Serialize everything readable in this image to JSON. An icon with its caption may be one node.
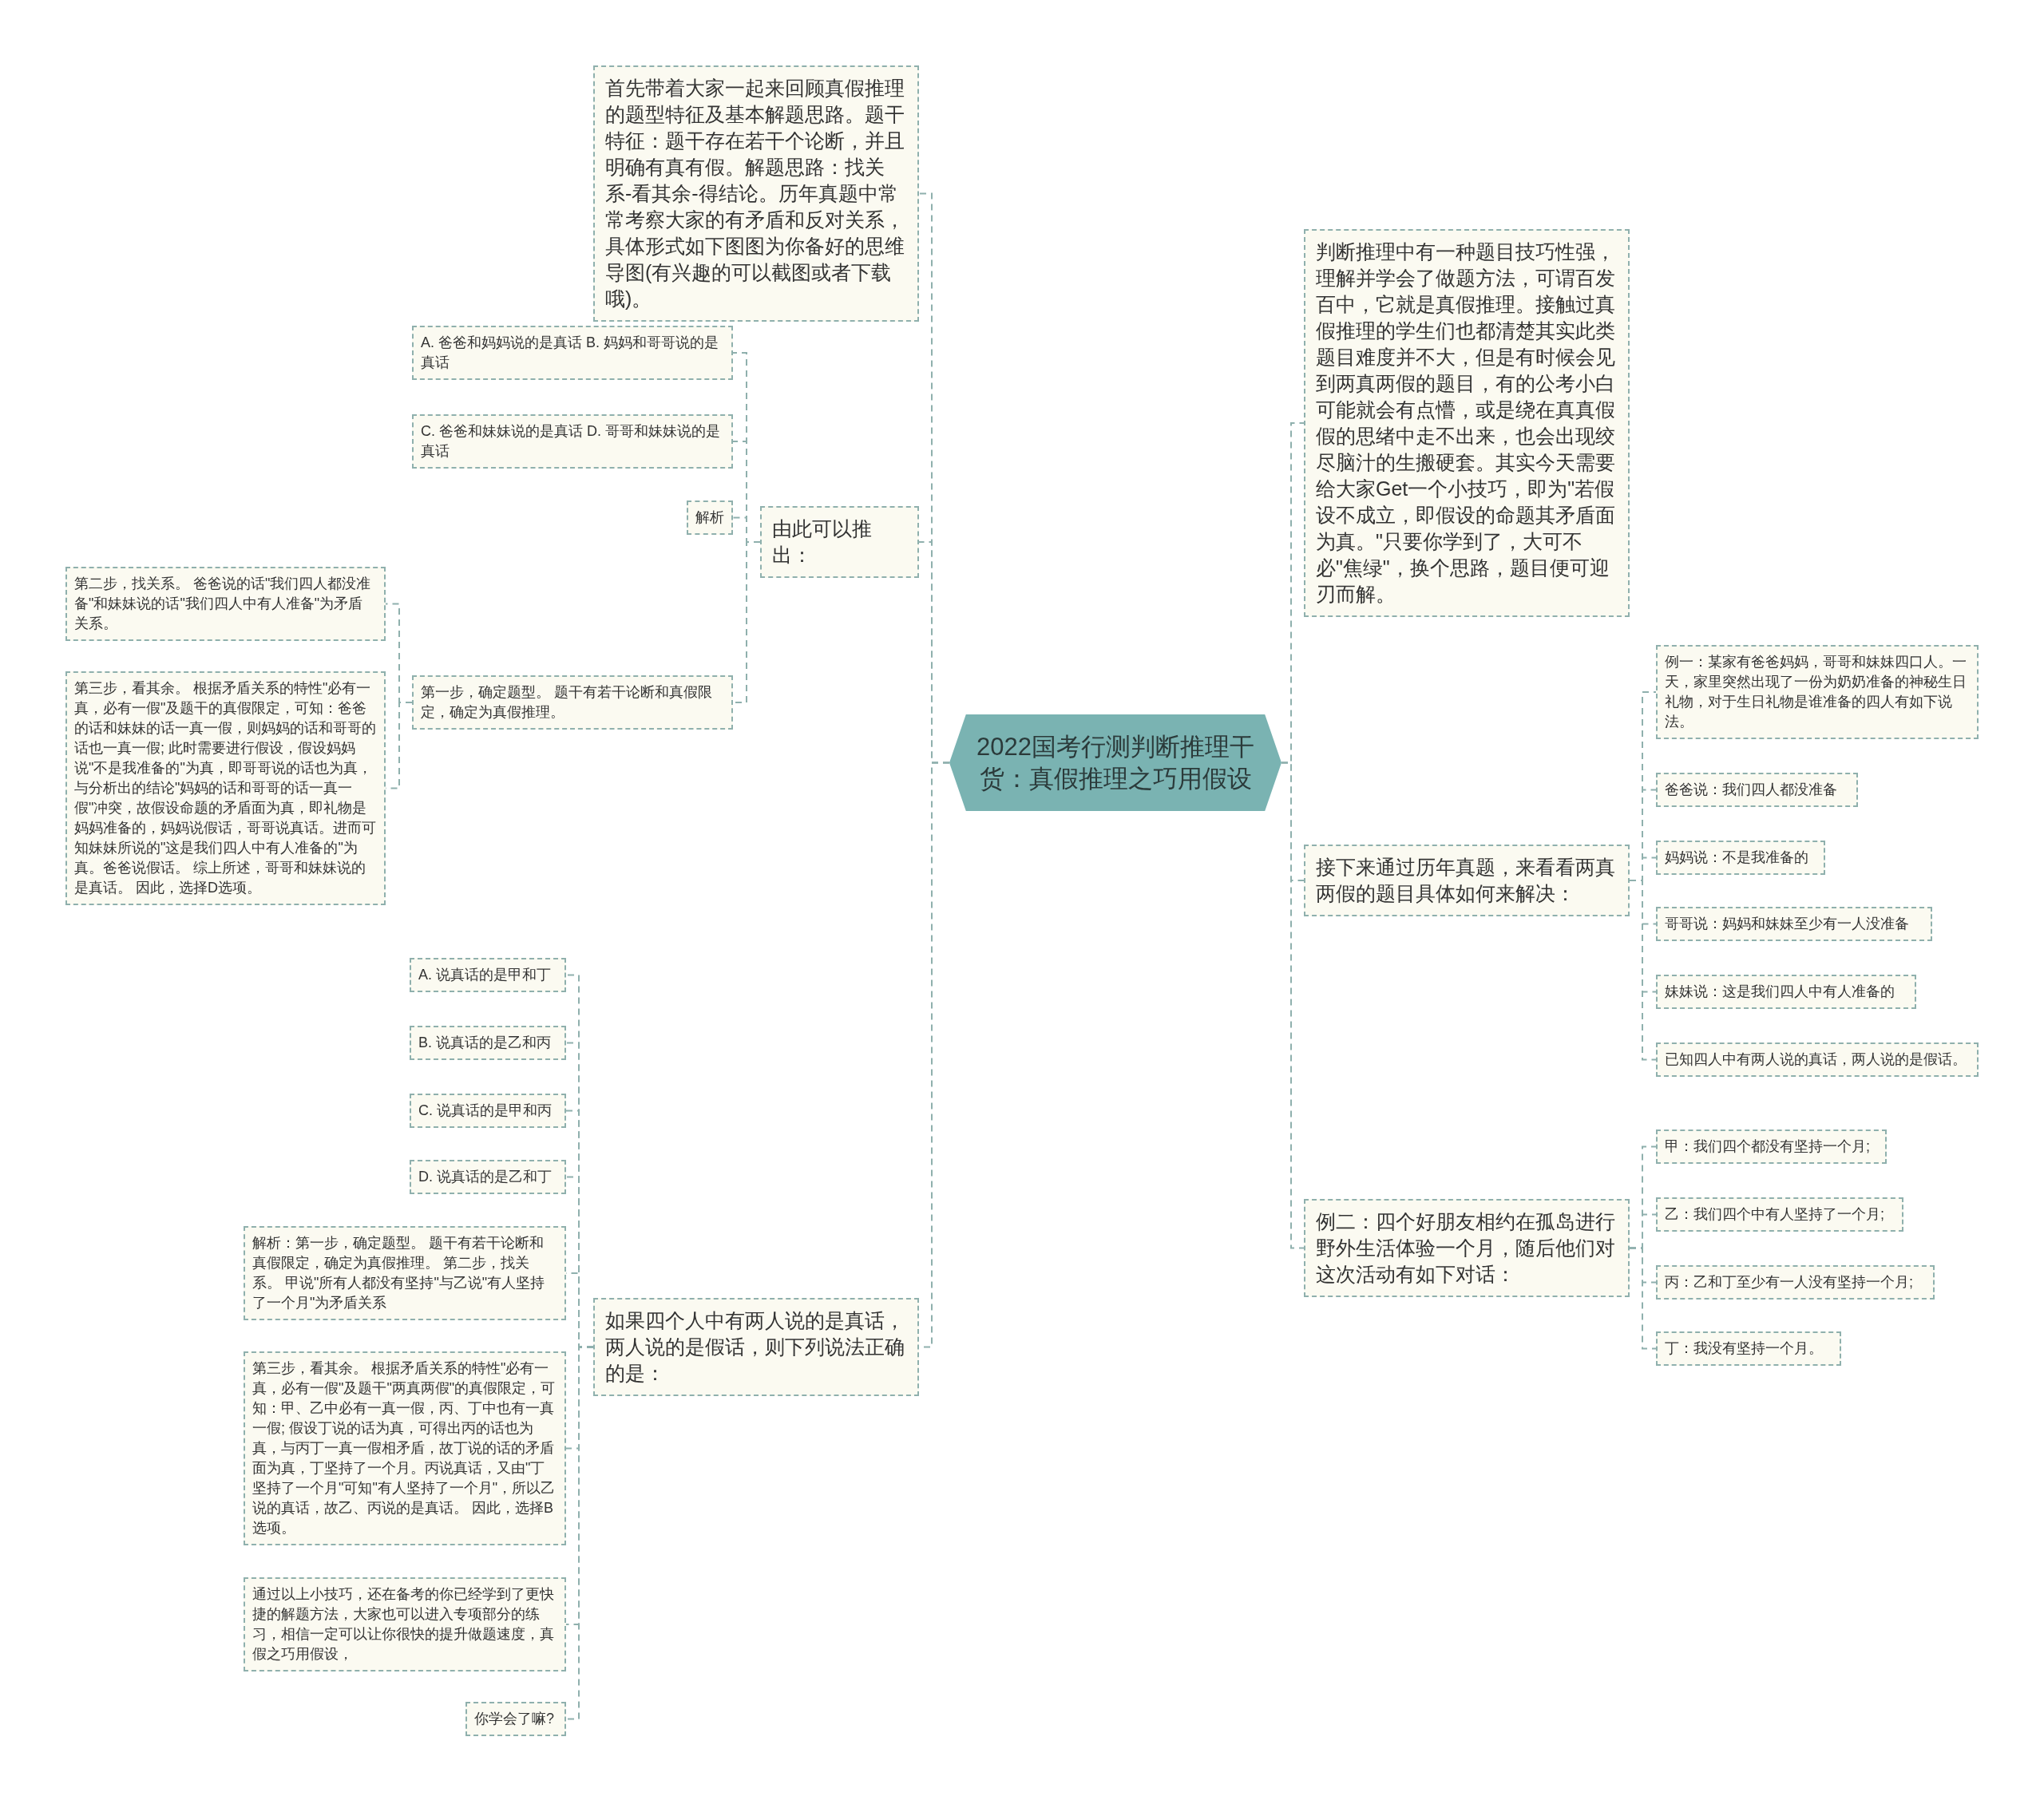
{
  "diagram": {
    "nodes": [
      {
        "text": [
          "2022国考行测判断推理干货：真假推理之巧用假设"
        ]
      },
      {
        "text": [
          "首先带着大家一起来回顾真假推理的题型特征及基本解题思路。题干特征：题干存在若干个论断，并且明确有真有假。解题思路：找关系-看其余-得结论。历年真题中常常考察大家的有矛盾和反对关系，具体形式如下图图为你备好的思维导图(有兴趣的可以截图或者下载哦)。"
        ]
      },
      {
        "text": [
          "由此可以推出："
        ]
      },
      {
        "text": [
          "A. 爸爸和妈妈说的是真话 B. 妈妈和哥哥说的是真话"
        ]
      },
      {
        "text": [
          "C. 爸爸和妹妹说的是真话 D. 哥哥和妹妹说的是真话"
        ]
      },
      {
        "text": [
          "解析"
        ]
      },
      {
        "text": [
          "第一步，确定题型。 题干有若干论断和真假限定，确定为真假推理。"
        ]
      },
      {
        "text": [
          "第二步，找关系。 爸爸说的话\"我们四人都没准备\"和妹妹说的话\"我们四人中有人准备\"为矛盾关系。"
        ]
      },
      {
        "text": [
          "第三步，看其余。 根据矛盾关系的特性\"必有一真，必有一假\"及题干的真假限定，可知：爸爸的话和妹妹的话一真一假，则妈妈的话和哥哥的话也一真一假; 此时需要进行假设，假设妈妈说\"不是我准备的\"为真，即哥哥说的话也为真，与分析出的结论\"妈妈的话和哥哥的话一真一假\"冲突，故假设命题的矛盾面为真，即礼物是妈妈准备的，妈妈说假话，哥哥说真话。进而可知妹妹所说的\"这是我们四人中有人准备的\"为真。爸爸说假话。 综上所述，哥哥和妹妹说的是真话。 因此，选择D选项。"
        ]
      },
      {
        "text": [
          "如果四个人中有两人说的是真话，两人说的是假话，则下列说法正确的是："
        ]
      },
      {
        "text": [
          "A. 说真话的是甲和丁"
        ]
      },
      {
        "text": [
          "B. 说真话的是乙和丙"
        ]
      },
      {
        "text": [
          "C. 说真话的是甲和丙"
        ]
      },
      {
        "text": [
          "D. 说真话的是乙和丁"
        ]
      },
      {
        "text": [
          "解析：第一步，确定题型。 题干有若干论断和真假限定，确定为真假推理。 第二步，找关系。 甲说\"所有人都没有坚持\"与乙说\"有人坚持了一个月\"为矛盾关系"
        ]
      },
      {
        "text": [
          "第三步，看其余。 根据矛盾关系的特性\"必有一真，必有一假\"及题干\"两真两假\"的真假限定，可知：甲、乙中必有一真一假，丙、丁中也有一真一假; 假设丁说的话为真，可得出丙的话也为真，与丙丁一真一假相矛盾，故丁说的话的矛盾面为真，丁坚持了一个月。丙说真话，又由\"丁坚持了一个月\"可知\"有人坚持了一个月\"，所以乙说的真话，故乙、丙说的是真话。 因此，选择B选项。"
        ]
      },
      {
        "text": [
          "通过以上小技巧，还在备考的你已经学到了更快捷的解题方法，大家也可以进入专项部分的练习，相信一定可以让你很快的提升做题速度，真假之巧用假设，"
        ]
      },
      {
        "text": [
          "你学会了嘛?"
        ]
      },
      {
        "text": [
          "判断推理中有一种题目技巧性强，理解并学会了做题方法，可谓百发百中，它就是真假推理。接触过真假推理的学生们也都清楚其实此类题目难度并不大，但是有时候会见到两真两假的题目，有的公考小白可能就会有点懵，或是绕在真真假假的思绪中走不出来，也会出现绞尽脑汁的生搬硬套。其实今天需要给大家Get一个小技巧，即为\"若假设不成立，即假设的命题其矛盾面为真。\"只要你学到了，大可不必\"焦绿\"，换个思路，题目便可迎刃而解。"
        ]
      },
      {
        "text": [
          "接下来通过历年真题，来看看两真两假的题目具体如何来解决："
        ]
      },
      {
        "text": [
          "例一：某家有爸爸妈妈，哥哥和妹妹四口人。一天，家里突然出现了一份为奶奶准备的神秘生日礼物，对于生日礼物是谁准备的四人有如下说法。"
        ]
      },
      {
        "text": [
          "爸爸说：我们四人都没准备"
        ]
      },
      {
        "text": [
          "妈妈说：不是我准备的"
        ]
      },
      {
        "text": [
          "哥哥说：妈妈和妹妹至少有一人没准备"
        ]
      },
      {
        "text": [
          "妹妹说：这是我们四人中有人准备的"
        ]
      },
      {
        "text": [
          "已知四人中有两人说的真话，两人说的是假话。"
        ]
      },
      {
        "text": [
          "例二：四个好朋友相约在孤岛进行野外生活体验一个月，随后他们对这次活动有如下对话："
        ]
      },
      {
        "text": [
          "甲：我们四个都没有坚持一个月;"
        ]
      },
      {
        "text": [
          "乙：我们四个中有人坚持了一个月;"
        ]
      },
      {
        "text": [
          "丙：乙和丁至少有一人没有坚持一个月;"
        ]
      },
      {
        "text": [
          "丁：我没有坚持一个月。"
        ]
      }
    ],
    "edges": [
      {
        "from": 0,
        "to": 1,
        "arrow": "none"
      },
      {
        "from": 0,
        "to": 2,
        "arrow": "none"
      },
      {
        "from": 2,
        "to": 3,
        "arrow": "none"
      },
      {
        "from": 2,
        "to": 4,
        "arrow": "none"
      },
      {
        "from": 2,
        "to": 5,
        "arrow": "none"
      },
      {
        "from": 2,
        "to": 6,
        "arrow": "none"
      },
      {
        "from": 6,
        "to": 7,
        "arrow": "none"
      },
      {
        "from": 6,
        "to": 8,
        "arrow": "none"
      },
      {
        "from": 0,
        "to": 9,
        "arrow": "none"
      },
      {
        "from": 9,
        "to": 10,
        "arrow": "none"
      },
      {
        "from": 9,
        "to": 11,
        "arrow": "none"
      },
      {
        "from": 9,
        "to": 12,
        "arrow": "none"
      },
      {
        "from": 9,
        "to": 13,
        "arrow": "none"
      },
      {
        "from": 9,
        "to": 14,
        "arrow": "none"
      },
      {
        "from": 9,
        "to": 15,
        "arrow": "none"
      },
      {
        "from": 9,
        "to": 16,
        "arrow": "none"
      },
      {
        "from": 9,
        "to": 17,
        "arrow": "none"
      },
      {
        "from": 0,
        "to": 18,
        "arrow": "none"
      },
      {
        "from": 0,
        "to": 19,
        "arrow": "none"
      },
      {
        "from": 19,
        "to": 20,
        "arrow": "none"
      },
      {
        "from": 19,
        "to": 21,
        "arrow": "none"
      },
      {
        "from": 19,
        "to": 22,
        "arrow": "none"
      },
      {
        "from": 19,
        "to": 23,
        "arrow": "none"
      },
      {
        "from": 19,
        "to": 24,
        "arrow": "none"
      },
      {
        "from": 19,
        "to": 25,
        "arrow": "none"
      },
      {
        "from": 0,
        "to": 26,
        "arrow": "none"
      },
      {
        "from": 26,
        "to": 27,
        "arrow": "none"
      },
      {
        "from": 26,
        "to": 28,
        "arrow": "none"
      },
      {
        "from": 26,
        "to": 29,
        "arrow": "none"
      },
      {
        "from": 26,
        "to": 30,
        "arrow": "none"
      }
    ]
  }
}
